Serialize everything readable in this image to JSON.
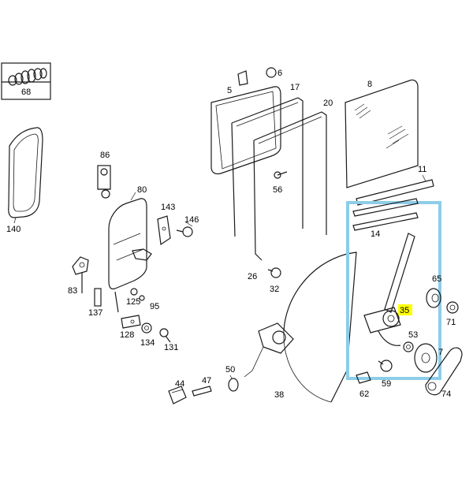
{
  "diagram": {
    "highlight_color": "#8dcde8",
    "label_highlight_color": "#ffff00",
    "labels": {
      "p68": "68",
      "p140": "140",
      "p86": "86",
      "p80": "80",
      "p143": "143",
      "p146": "146",
      "p83": "83",
      "p137": "137",
      "p125": "125",
      "p95": "95",
      "p128": "128",
      "p134": "134",
      "p131": "131",
      "p44": "44",
      "p47": "47",
      "p50": "50",
      "p5": "5",
      "p6": "6",
      "p17": "17",
      "p20": "20",
      "p56": "56",
      "p26": "26",
      "p32": "32",
      "p38": "38",
      "p8": "8",
      "p11": "11",
      "p14": "14",
      "p65": "65",
      "p35": "35",
      "p71": "71",
      "p53": "53",
      "p7": "7",
      "p62": "62",
      "p59": "59",
      "p74": "74"
    }
  }
}
